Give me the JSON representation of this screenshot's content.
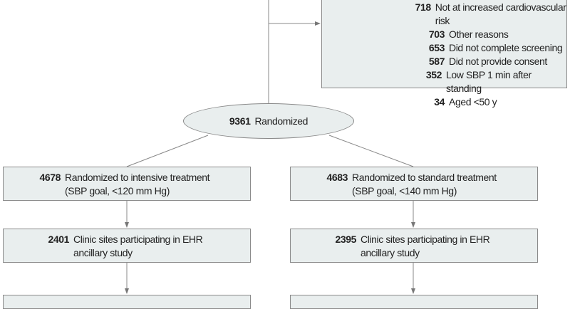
{
  "excluded": {
    "items": [
      {
        "n": "718",
        "label": "Not at increased cardiovascular risk"
      },
      {
        "n": "703",
        "label": "Other reasons"
      },
      {
        "n": "653",
        "label": "Did not complete screening"
      },
      {
        "n": "587",
        "label": "Did not provide consent"
      },
      {
        "n": "352",
        "label": "Low SBP 1 min after standing"
      },
      {
        "n": "34",
        "label": "Aged <50 y"
      }
    ]
  },
  "randomized": {
    "n": "9361",
    "label": "Randomized"
  },
  "arms": [
    {
      "alloc": {
        "n": "4678",
        "line1": "Randomized to intensive treatment",
        "line2": "(SBP goal, <120 mm Hg)"
      },
      "ehr": {
        "n": "2401",
        "line1": "Clinic sites participating in EHR",
        "line2": "ancillary study"
      }
    },
    {
      "alloc": {
        "n": "4683",
        "line1": "Randomized to standard treatment",
        "line2": "(SBP goal, <140 mm Hg)"
      },
      "ehr": {
        "n": "2395",
        "line1": "Clinic sites participating in EHR",
        "line2": "ancillary study"
      }
    }
  ],
  "colors": {
    "box_fill": "#e9eeee",
    "border": "#8a8a8a",
    "connector": "#888888"
  }
}
